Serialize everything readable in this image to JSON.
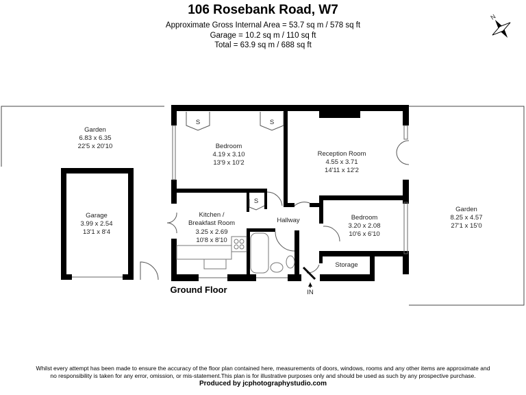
{
  "header": {
    "title": "106 Rosebank Road, W7",
    "area_internal": "Approximate Gross Internal Area = 53.7 sq m / 578 sq ft",
    "area_garage": "Garage = 10.2 sq m / 110 sq ft",
    "area_total": "Total = 63.9 sq m / 688 sq ft"
  },
  "compass": {
    "label": "N",
    "icon": "compass-icon"
  },
  "rooms": [
    {
      "name": "Garden",
      "m": "6.83 x 6.35",
      "ft": "22'5 x 20'10"
    },
    {
      "name": "Garage",
      "m": "3.99 x 2.54",
      "ft": "13'1 x 8'4"
    },
    {
      "name": "Bedroom",
      "m": "4.19 x 3.10",
      "ft": "13'9 x 10'2"
    },
    {
      "name": "Reception Room",
      "m": "4.55 x 3.71",
      "ft": "14'11 x 12'2"
    },
    {
      "name": "Kitchen /",
      "name2": "Breakfast Room",
      "m": "3.25 x 2.69",
      "ft": "10'8 x 8'10"
    },
    {
      "name": "Hallway"
    },
    {
      "name": "Bedroom",
      "m": "3.20 x 2.08",
      "ft": "10'6 x 6'10"
    },
    {
      "name": "Storage"
    },
    {
      "name": "Garden",
      "m": "8.25 x 4.57",
      "ft": "27'1 x 15'0"
    }
  ],
  "storage_label": "S",
  "floor_label": "Ground Floor",
  "entrance_label": "IN",
  "footer": {
    "line1": "Whilst every attempt has been made to ensure the accuracy of the floor plan contained here, measurements of doors, windows, rooms and any other items are approximate and",
    "line2": "no responsibility is taken for any error, omission, or mis-statement.This plan is for illustrative purposes only and should be used as such by any prospective purchase.",
    "credit": "Produced by jcphotographystudio.com"
  }
}
